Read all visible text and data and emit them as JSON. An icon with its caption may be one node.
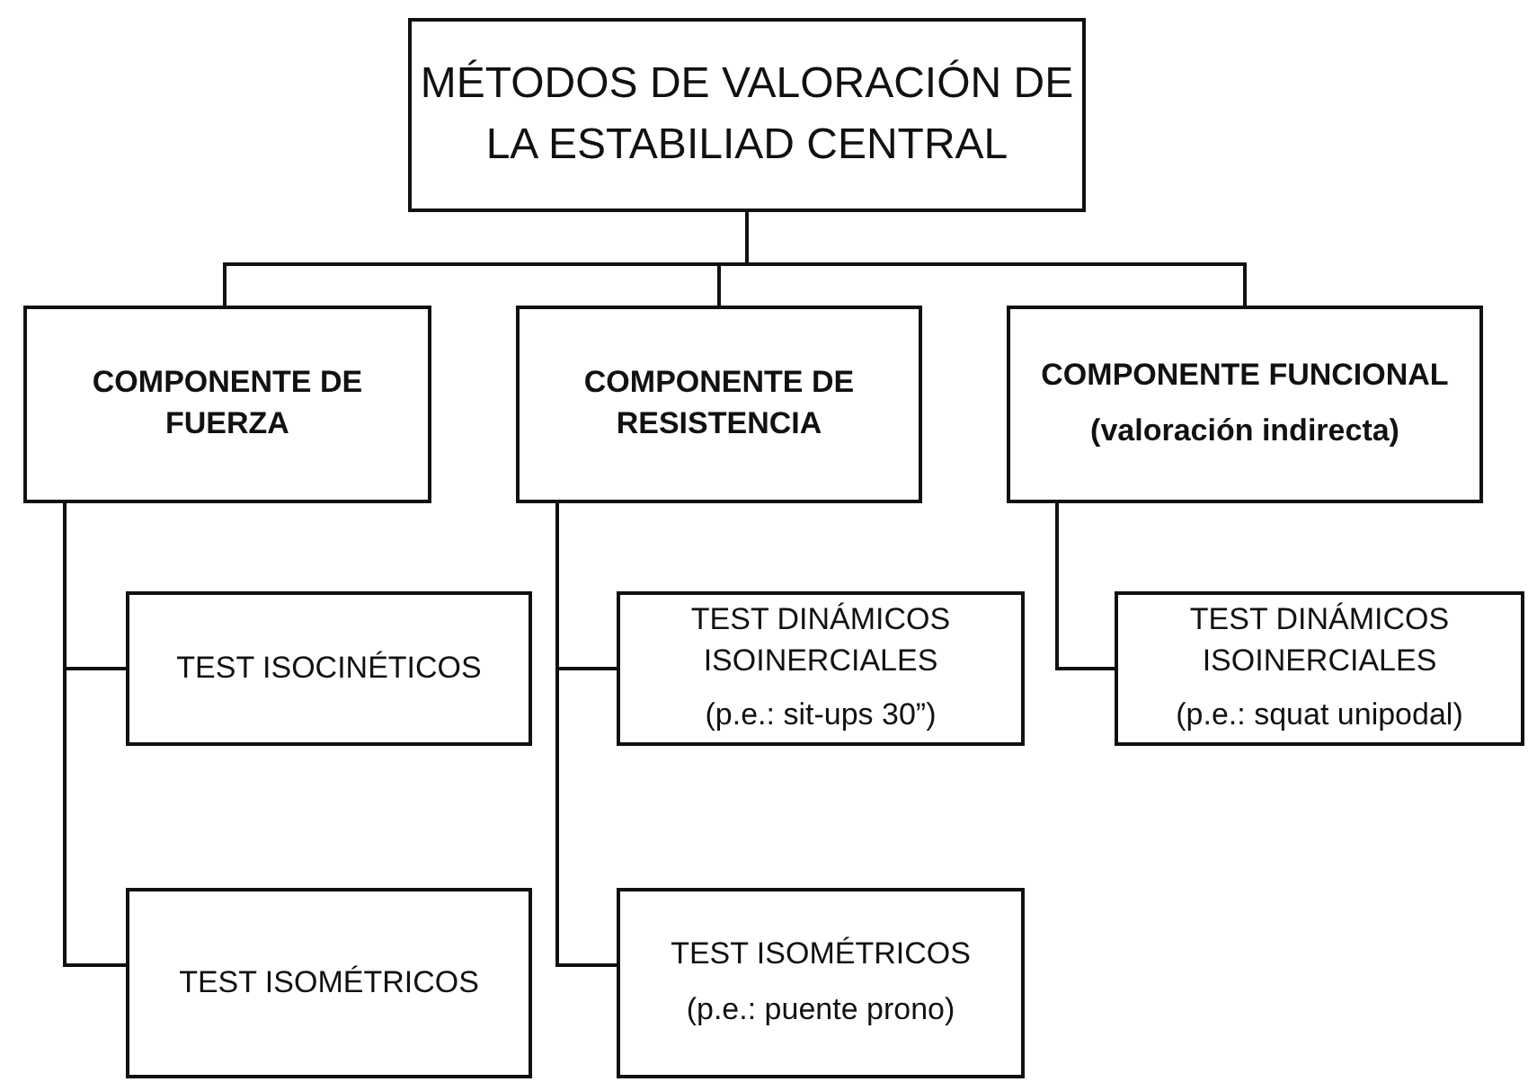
{
  "diagram": {
    "nodes": [
      {
        "text": [
          "MÉTODOS DE VALORACIÓN DE LA ESTABILIAD CENTRAL"
        ]
      },
      {
        "text": [
          "COMPONENTE DE FUERZA"
        ]
      },
      {
        "text": [
          "COMPONENTE DE RESISTENCIA"
        ]
      },
      {
        "text": [
          "COMPONENTE FUNCIONAL",
          "(valoración indirecta)"
        ]
      },
      {
        "text": [
          "TEST ISOCINÉTICOS"
        ]
      },
      {
        "text": [
          "TEST ISOMÉTRICOS"
        ]
      },
      {
        "text": [
          "TEST DINÁMICOS ISOINERCIALES",
          "(p.e.: sit-ups 30”)"
        ]
      },
      {
        "text": [
          "TEST ISOMÉTRICOS",
          "(p.e.: puente prono)"
        ]
      },
      {
        "text": [
          "TEST DINÁMICOS ISOINERCIALES",
          "(p.e.: squat unipodal)"
        ]
      }
    ],
    "edges": [
      {
        "from": 0,
        "to": 1,
        "arrow": "none"
      },
      {
        "from": 0,
        "to": 2,
        "arrow": "none"
      },
      {
        "from": 0,
        "to": 3,
        "arrow": "none"
      },
      {
        "from": 1,
        "to": 4,
        "arrow": "none"
      },
      {
        "from": 1,
        "to": 5,
        "arrow": "none"
      },
      {
        "from": 2,
        "to": 6,
        "arrow": "none"
      },
      {
        "from": 2,
        "to": 7,
        "arrow": "none"
      },
      {
        "from": 3,
        "to": 8,
        "arrow": "none"
      }
    ]
  }
}
